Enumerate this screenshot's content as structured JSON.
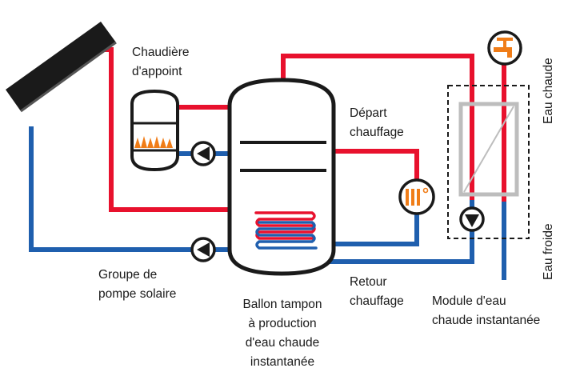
{
  "labels": {
    "solar_panel": "Capteur solaire",
    "boiler_line1": "Chaudière",
    "boiler_line2": "d'appoint",
    "flow_line1": "Départ",
    "flow_line2": "chauffage",
    "return_line1": "Retour",
    "return_line2": "chauffage",
    "pump_group_line1": "Groupe de",
    "pump_group_line2": "pompe solaire",
    "tank_line1": "Ballon tampon",
    "tank_line2": "à production",
    "tank_line3": "d'eau chaude",
    "tank_line4": "instantanée",
    "module_line1": "Module d'eau",
    "module_line2": "chaude instantanée",
    "hot_water": "Eau chaude",
    "cold_water": "Eau froide"
  },
  "colors": {
    "hot": "#e8112d",
    "cold": "#1f5fae",
    "flame": "#f07d18",
    "outline": "#1a1a1a",
    "panel": "#1a1a1a",
    "exchanger": "#bdbdbd"
  },
  "icons": [
    "pump-icon",
    "flame-icon",
    "radiator-icon",
    "tap-icon",
    "heat-coil-icon"
  ]
}
